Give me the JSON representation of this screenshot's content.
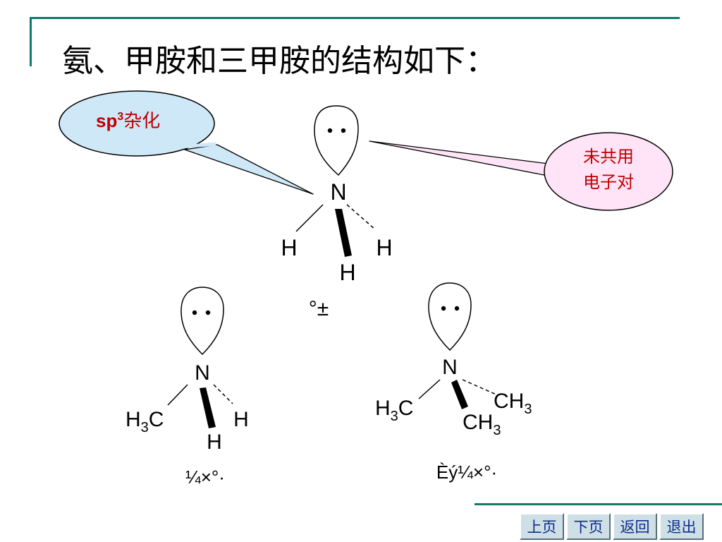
{
  "title": "氨、甲胺和三甲胺的结构如下：",
  "colors": {
    "frame": "#0f7a6a",
    "callout_blue_fill": "#cfe8f8",
    "callout_pink_fill": "#ffe3f6",
    "callout_text": "#c00000",
    "nav_text": "#0d2d8a"
  },
  "callouts": {
    "sp3": {
      "main": "sp",
      "sup": "3",
      "suffix": "杂化"
    },
    "lone_pair": {
      "line1": "未共用",
      "line2": "电子对"
    }
  },
  "ammonia": {
    "center": "N",
    "h_left": "H",
    "h_right": "H",
    "h_bottom": "H",
    "caption": "°±"
  },
  "methylamine": {
    "center": "N",
    "h3c_H": "H",
    "h3c_sub": "3",
    "h3c_C": "C",
    "h_right": "H",
    "h_bottom": "H",
    "caption": "¼×°·"
  },
  "trimethylamine": {
    "center": "N",
    "h3c_H": "H",
    "h3c_sub": "3",
    "h3c_C": "C",
    "ch3_right_CH": "CH",
    "ch3_right_sub": "3",
    "ch3_bottom_CH": "CH",
    "ch3_bottom_sub": "3",
    "caption": "Èý¼×°·"
  },
  "nav": [
    "上页",
    "下页",
    "返回",
    "退出"
  ]
}
